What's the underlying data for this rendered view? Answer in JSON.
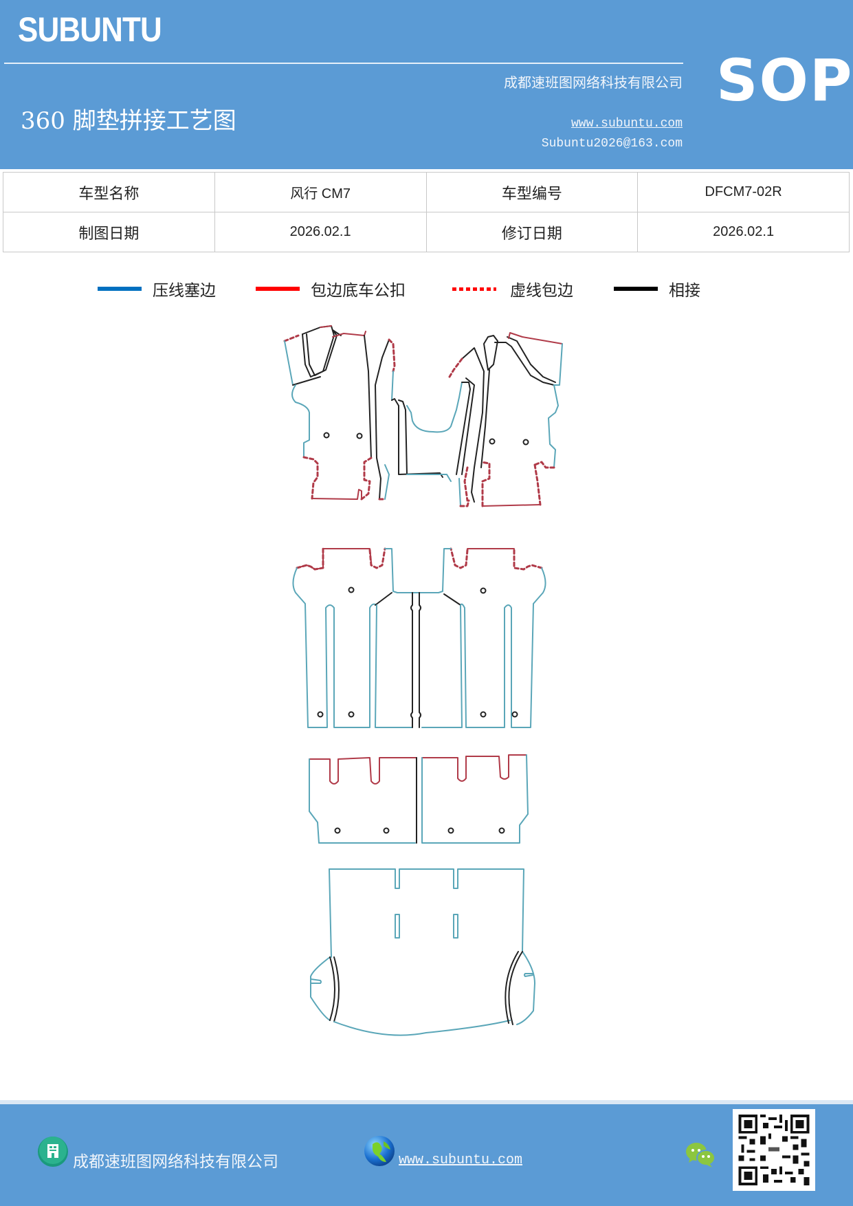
{
  "header": {
    "brand": "SUBUNTU",
    "company": "成都速班图网络科技有限公司",
    "title": "360 脚垫拼接工艺图",
    "website": "www.subuntu.com",
    "email": "Subuntu2026@163.com",
    "badge": "SOP",
    "bg_color": "#5b9bd5"
  },
  "info_table": {
    "rows": [
      [
        {
          "label": "车型名称",
          "value": "风行 CM7"
        },
        {
          "label": "车型编号",
          "value": "DFCM7-02R"
        }
      ],
      [
        {
          "label": "制图日期",
          "value": "2026.02.1"
        },
        {
          "label": "修订日期",
          "value": "2026.02.1"
        }
      ]
    ]
  },
  "legend": [
    {
      "label": "压线塞边",
      "style": "solid",
      "color": "#0070c0"
    },
    {
      "label": "包边底车公扣",
      "style": "solid",
      "color": "#ff0000"
    },
    {
      "label": "虚线包边",
      "style": "dotted",
      "color": "#ff0000"
    },
    {
      "label": "相接",
      "style": "solid",
      "color": "#000000"
    }
  ],
  "drawing": {
    "rows": [
      "front-row-mats",
      "second-row-mats",
      "third-row-mats",
      "trunk-mat"
    ],
    "line_colors": {
      "pressed_edge": "#5aa6b8",
      "wrap_edge": "#b03a48",
      "joined": "#222222"
    }
  },
  "footer": {
    "company": "成都速班图网络科技有限公司",
    "website": "www.subuntu.com ",
    "icons": [
      "building-icon",
      "globe-icon",
      "wechat-icon",
      "qr-code"
    ]
  }
}
